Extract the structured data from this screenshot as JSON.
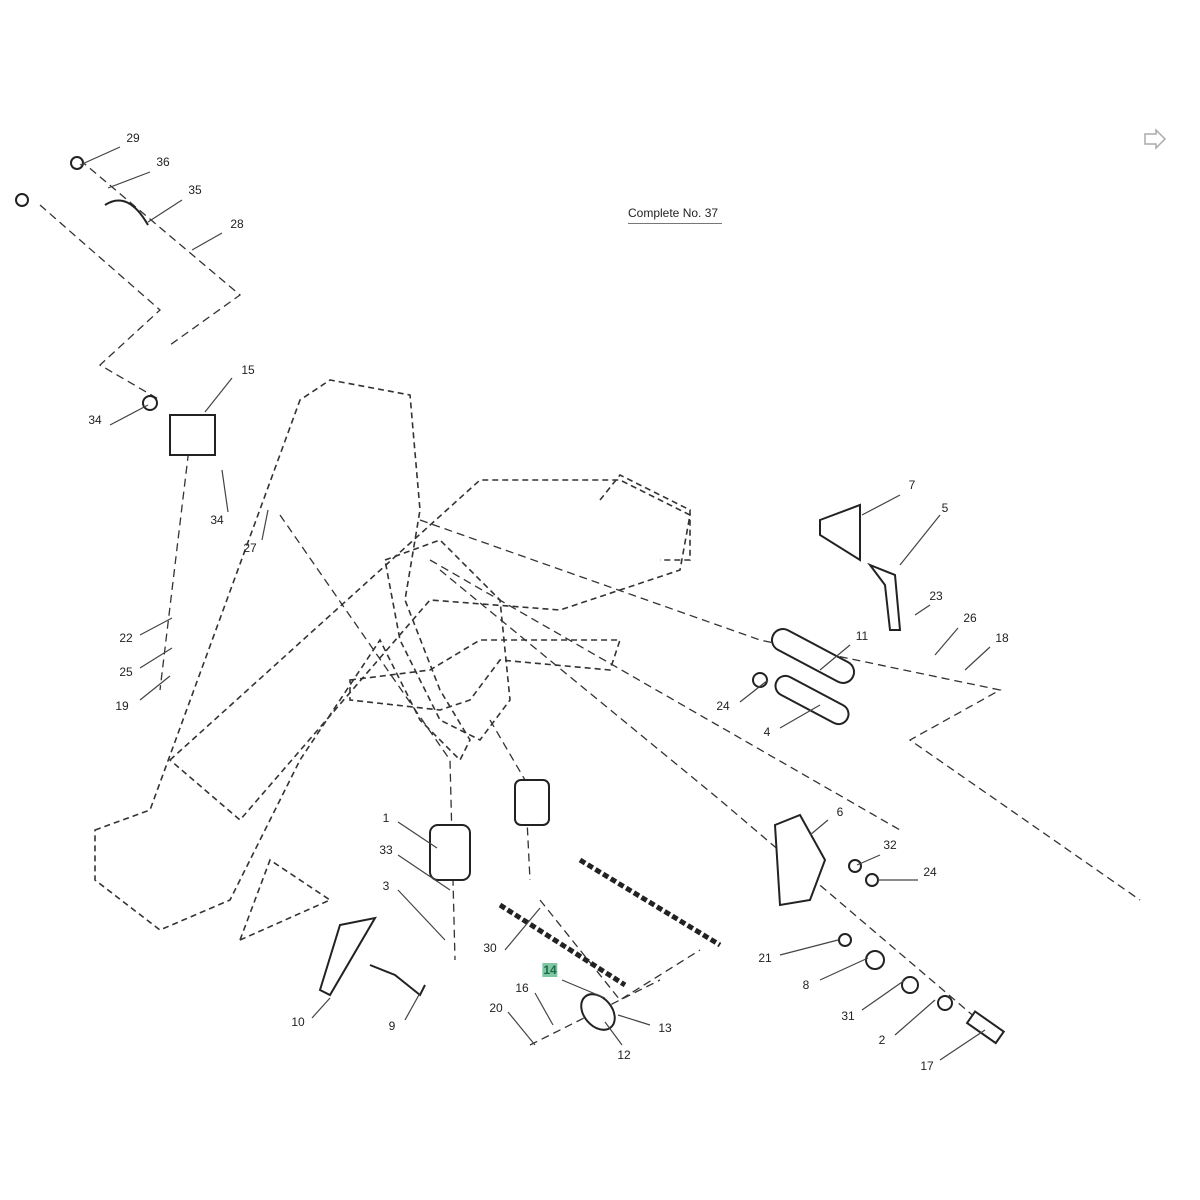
{
  "title": "Complete No.  37",
  "highlight_color": "#7fc7a4",
  "nav_icon": "return-arrow-icon",
  "callouts": [
    "29",
    "36",
    "35",
    "28",
    "15",
    "34",
    "34",
    "27",
    "22",
    "25",
    "19",
    "7",
    "5",
    "23",
    "26",
    "18",
    "11",
    "24",
    "4",
    "6",
    "32",
    "24",
    "21",
    "8",
    "31",
    "2",
    "17",
    "1",
    "33",
    "3",
    "30",
    "14",
    "16",
    "20",
    "12",
    "13",
    "10",
    "9"
  ],
  "highlighted_callout": "14"
}
